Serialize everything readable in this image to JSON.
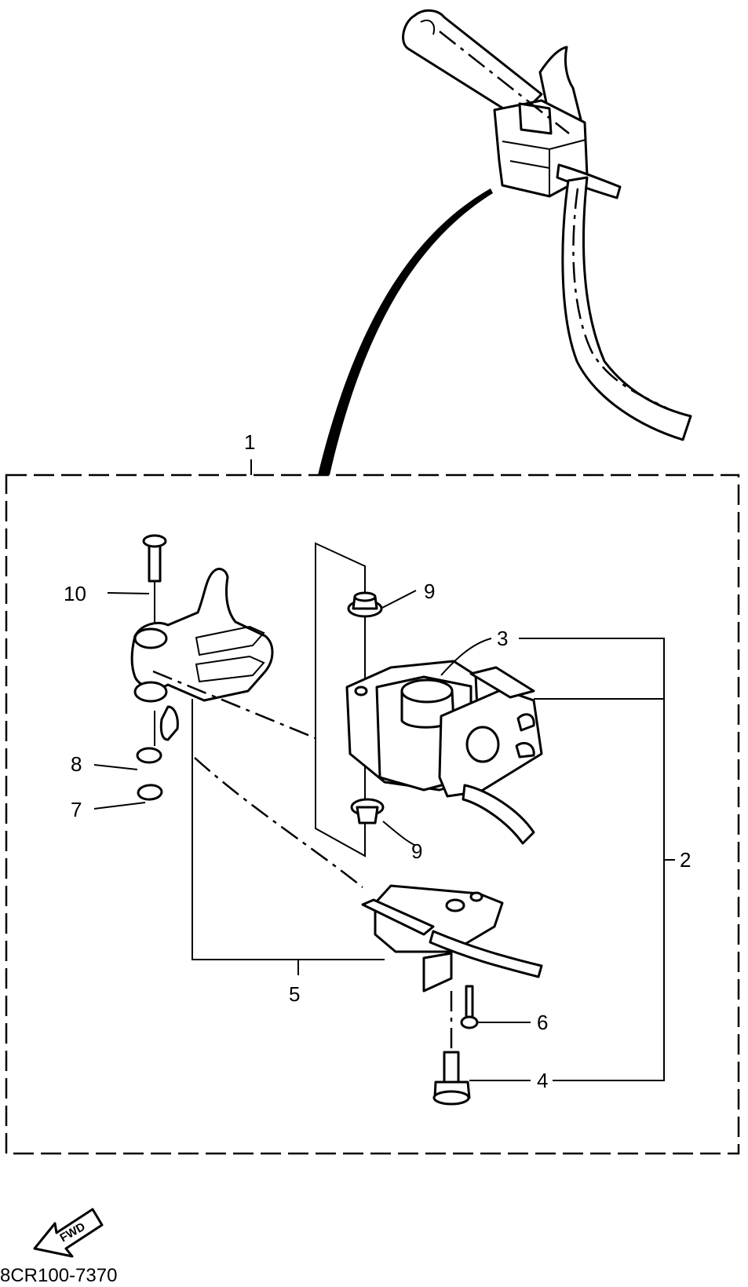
{
  "callouts": {
    "c1": "1",
    "c2": "2",
    "c3": "3",
    "c4": "4",
    "c5": "5",
    "c6": "6",
    "c7": "7",
    "c8": "8",
    "c9_top": "9",
    "c9_bottom": "9",
    "c10": "10"
  },
  "fwd_label": "FWD",
  "diagram_code": "8CR100-7370",
  "icons": {
    "fwd_arrow": "fwd-arrow-icon"
  }
}
